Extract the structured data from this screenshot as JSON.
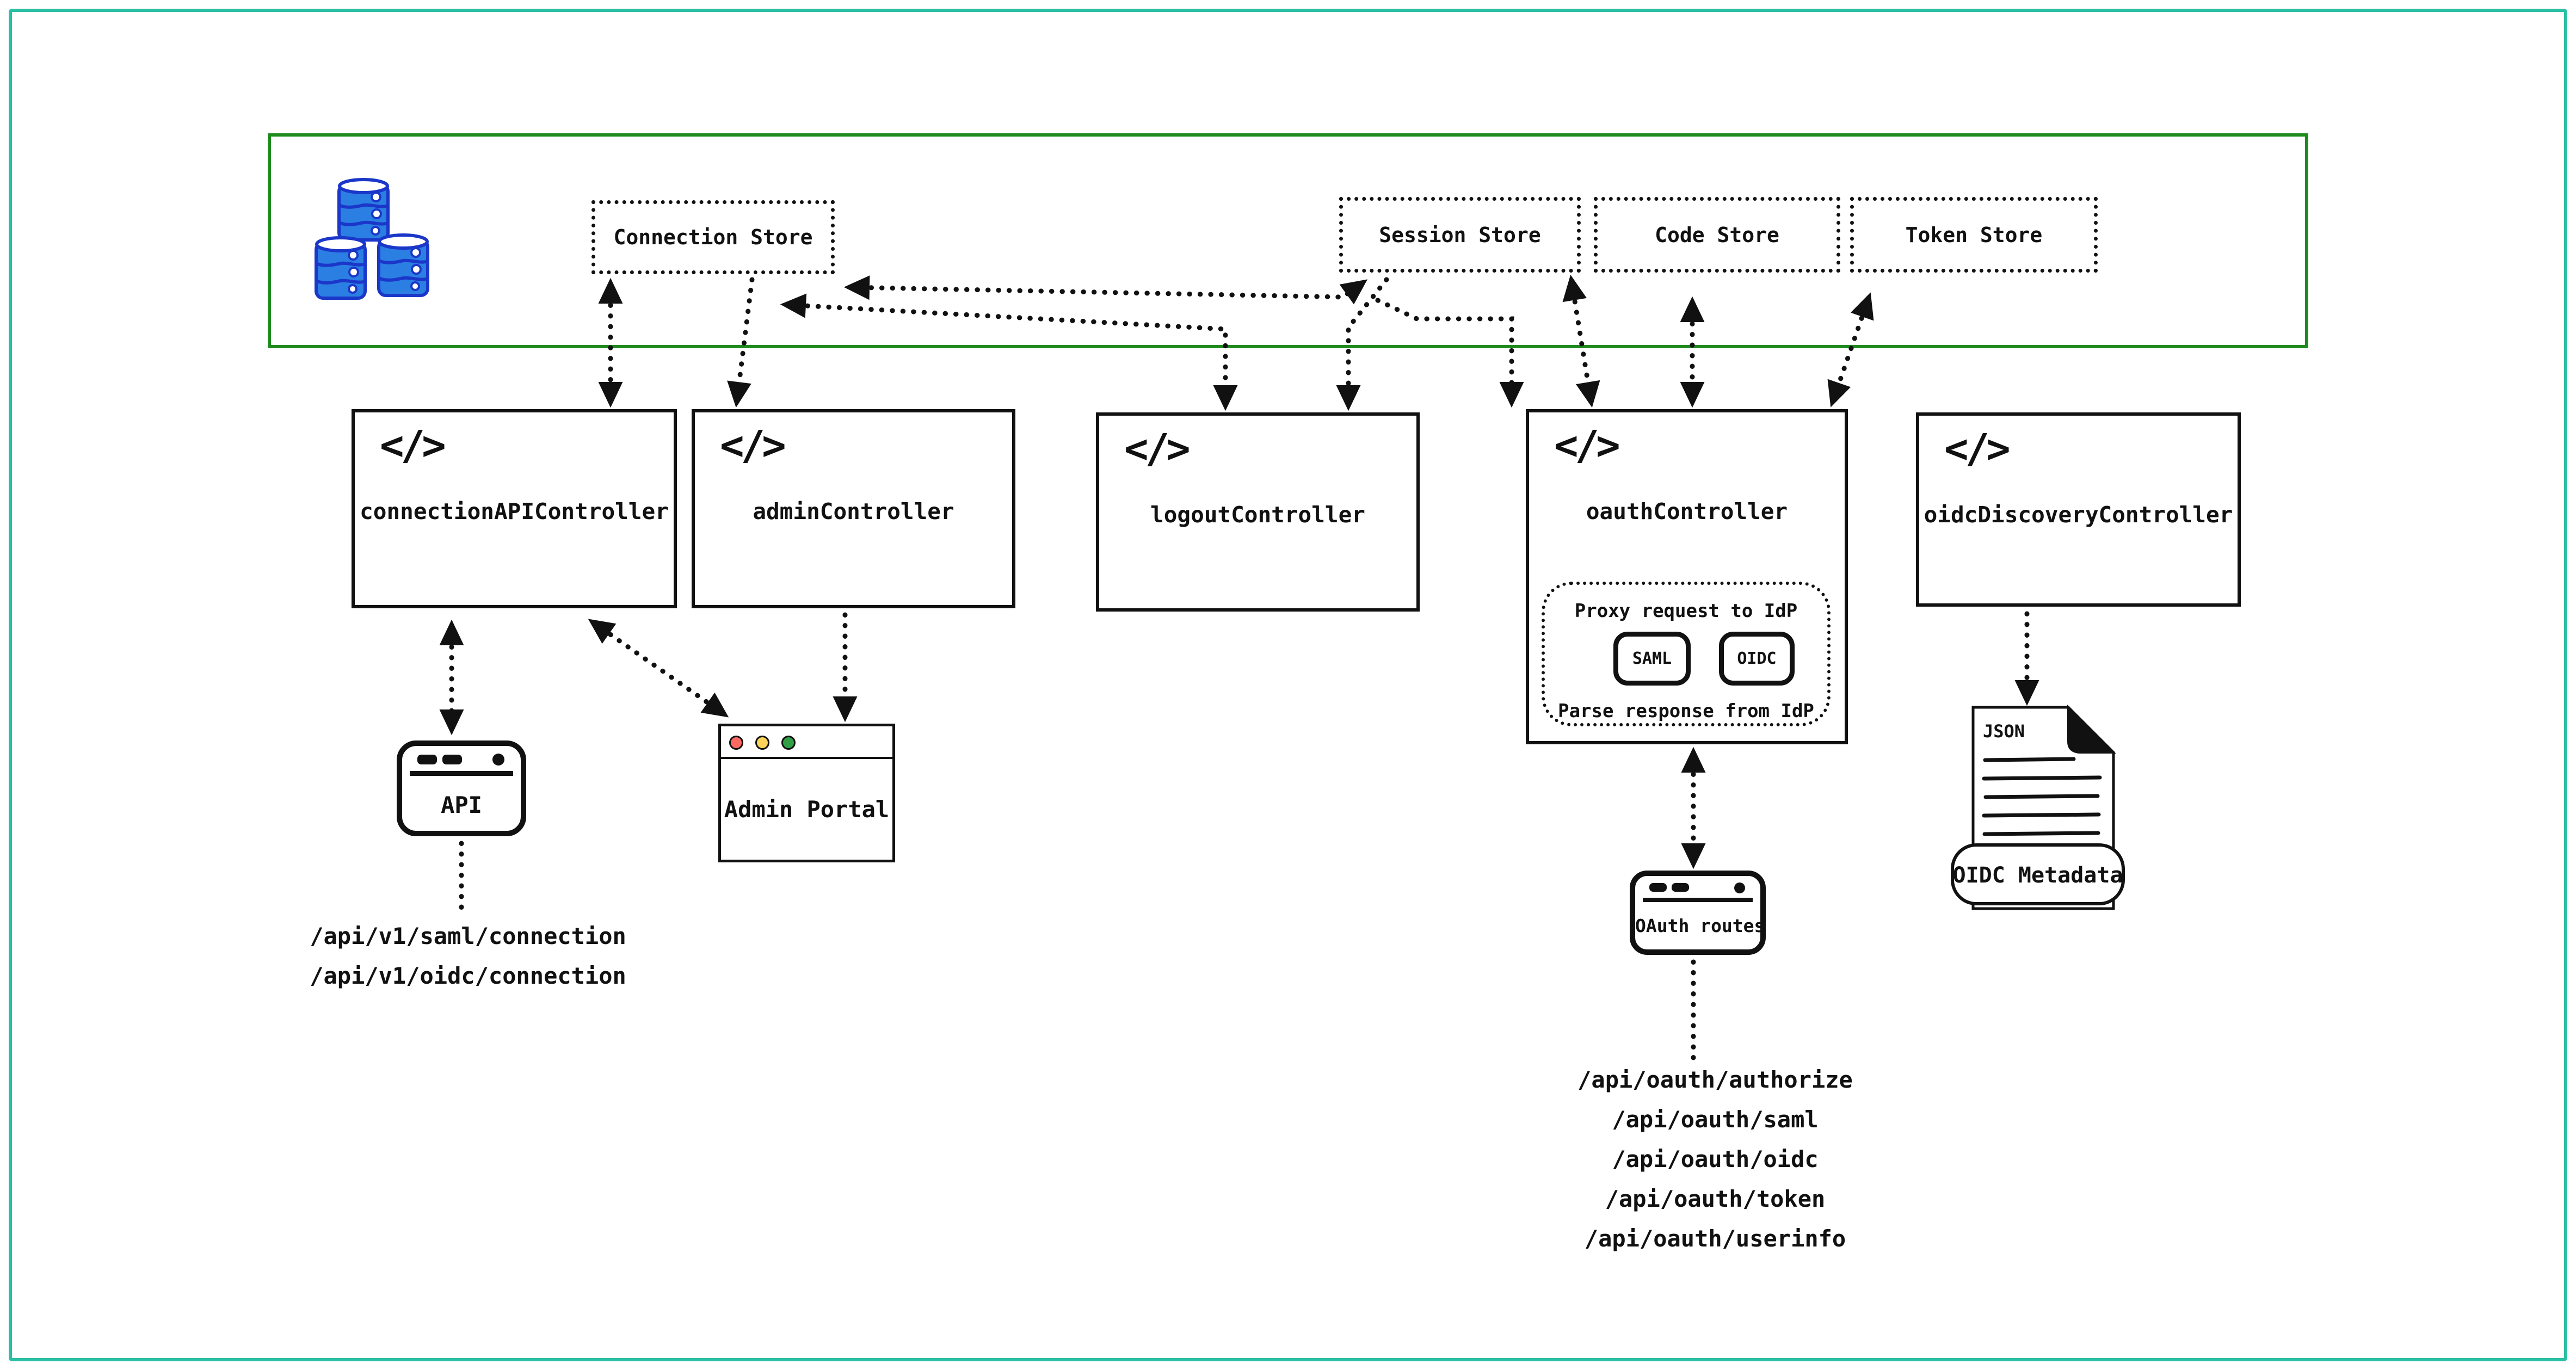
{
  "colors": {
    "frame_teal": "#2BBFA3",
    "storage_zone_green": "#1F8B1F",
    "barrel_fill": "#2B7FE3",
    "barrel_stroke": "#1B37C9",
    "traffic_red": "#FB6962",
    "traffic_yellow": "#FBD35B",
    "traffic_green": "#2F9E44",
    "line_black": "#111111"
  },
  "storage": {
    "stores": [
      {
        "label": "Connection Store"
      },
      {
        "label": "Session Store"
      },
      {
        "label": "Code Store"
      },
      {
        "label": "Token Store"
      }
    ]
  },
  "code_icon": "</>",
  "controllers": [
    {
      "label": "connectionAPIController"
    },
    {
      "label": "adminController"
    },
    {
      "label": "logoutController"
    },
    {
      "label": "oauthController"
    },
    {
      "label": "oidcDiscoveryController"
    }
  ],
  "oauth_internals": {
    "proxy_label": "Proxy request to IdP",
    "parse_label": "Parse response from IdP",
    "protocols": [
      {
        "label": "SAML"
      },
      {
        "label": "OIDC"
      }
    ]
  },
  "api_window": {
    "label": "API"
  },
  "admin_portal": {
    "label": "Admin Portal"
  },
  "oauth_routes_window": {
    "label": "OAuth routes"
  },
  "api_endpoints": [
    "/api/v1/saml/connection",
    "/api/v1/oidc/connection"
  ],
  "oauth_endpoints": [
    "/api/oauth/authorize",
    "/api/oauth/saml",
    "/api/oauth/oidc",
    "/api/oauth/token",
    "/api/oauth/userinfo"
  ],
  "metadata_doc": {
    "file_type": "JSON",
    "label": "OIDC Metadata"
  }
}
